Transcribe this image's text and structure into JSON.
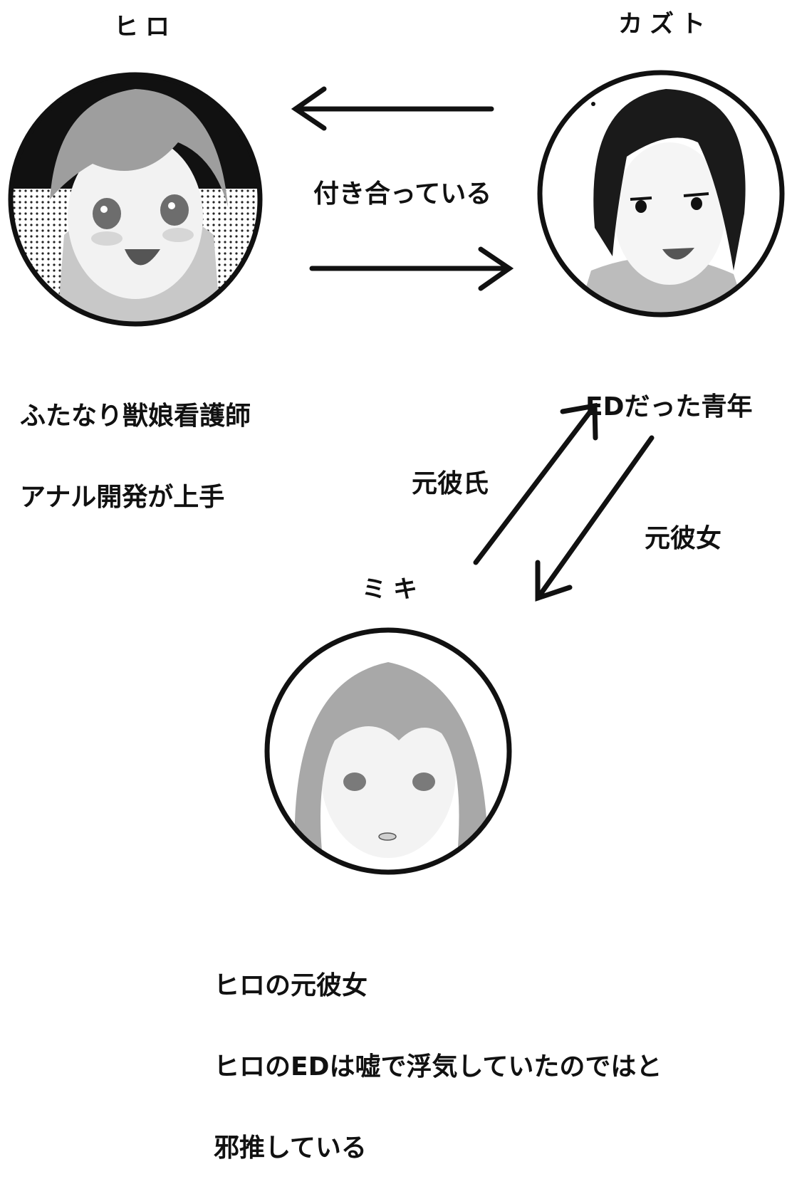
{
  "characters": {
    "hiro": {
      "name": "ヒロ",
      "desc": [
        "ふたなり獣娘看護師",
        "アナル開発が上手"
      ]
    },
    "kazuto": {
      "name": "カズト",
      "desc": [
        "EDだった青年"
      ]
    },
    "miki": {
      "name": "ミキ",
      "desc": [
        "ヒロの元彼女",
        "ヒロのEDは嘘で浮気していたのではと",
        "邪推している"
      ]
    }
  },
  "relations": {
    "dating": "付き合っている",
    "ex_boyfriend": "元彼氏",
    "ex_girlfriend": "元彼女"
  },
  "colors": {
    "ink": "#111111",
    "tone": "#bdbdbd",
    "skin": "#efefef",
    "hair_dark": "#1a1a1a",
    "hair_gray": "#9a9a9a"
  }
}
